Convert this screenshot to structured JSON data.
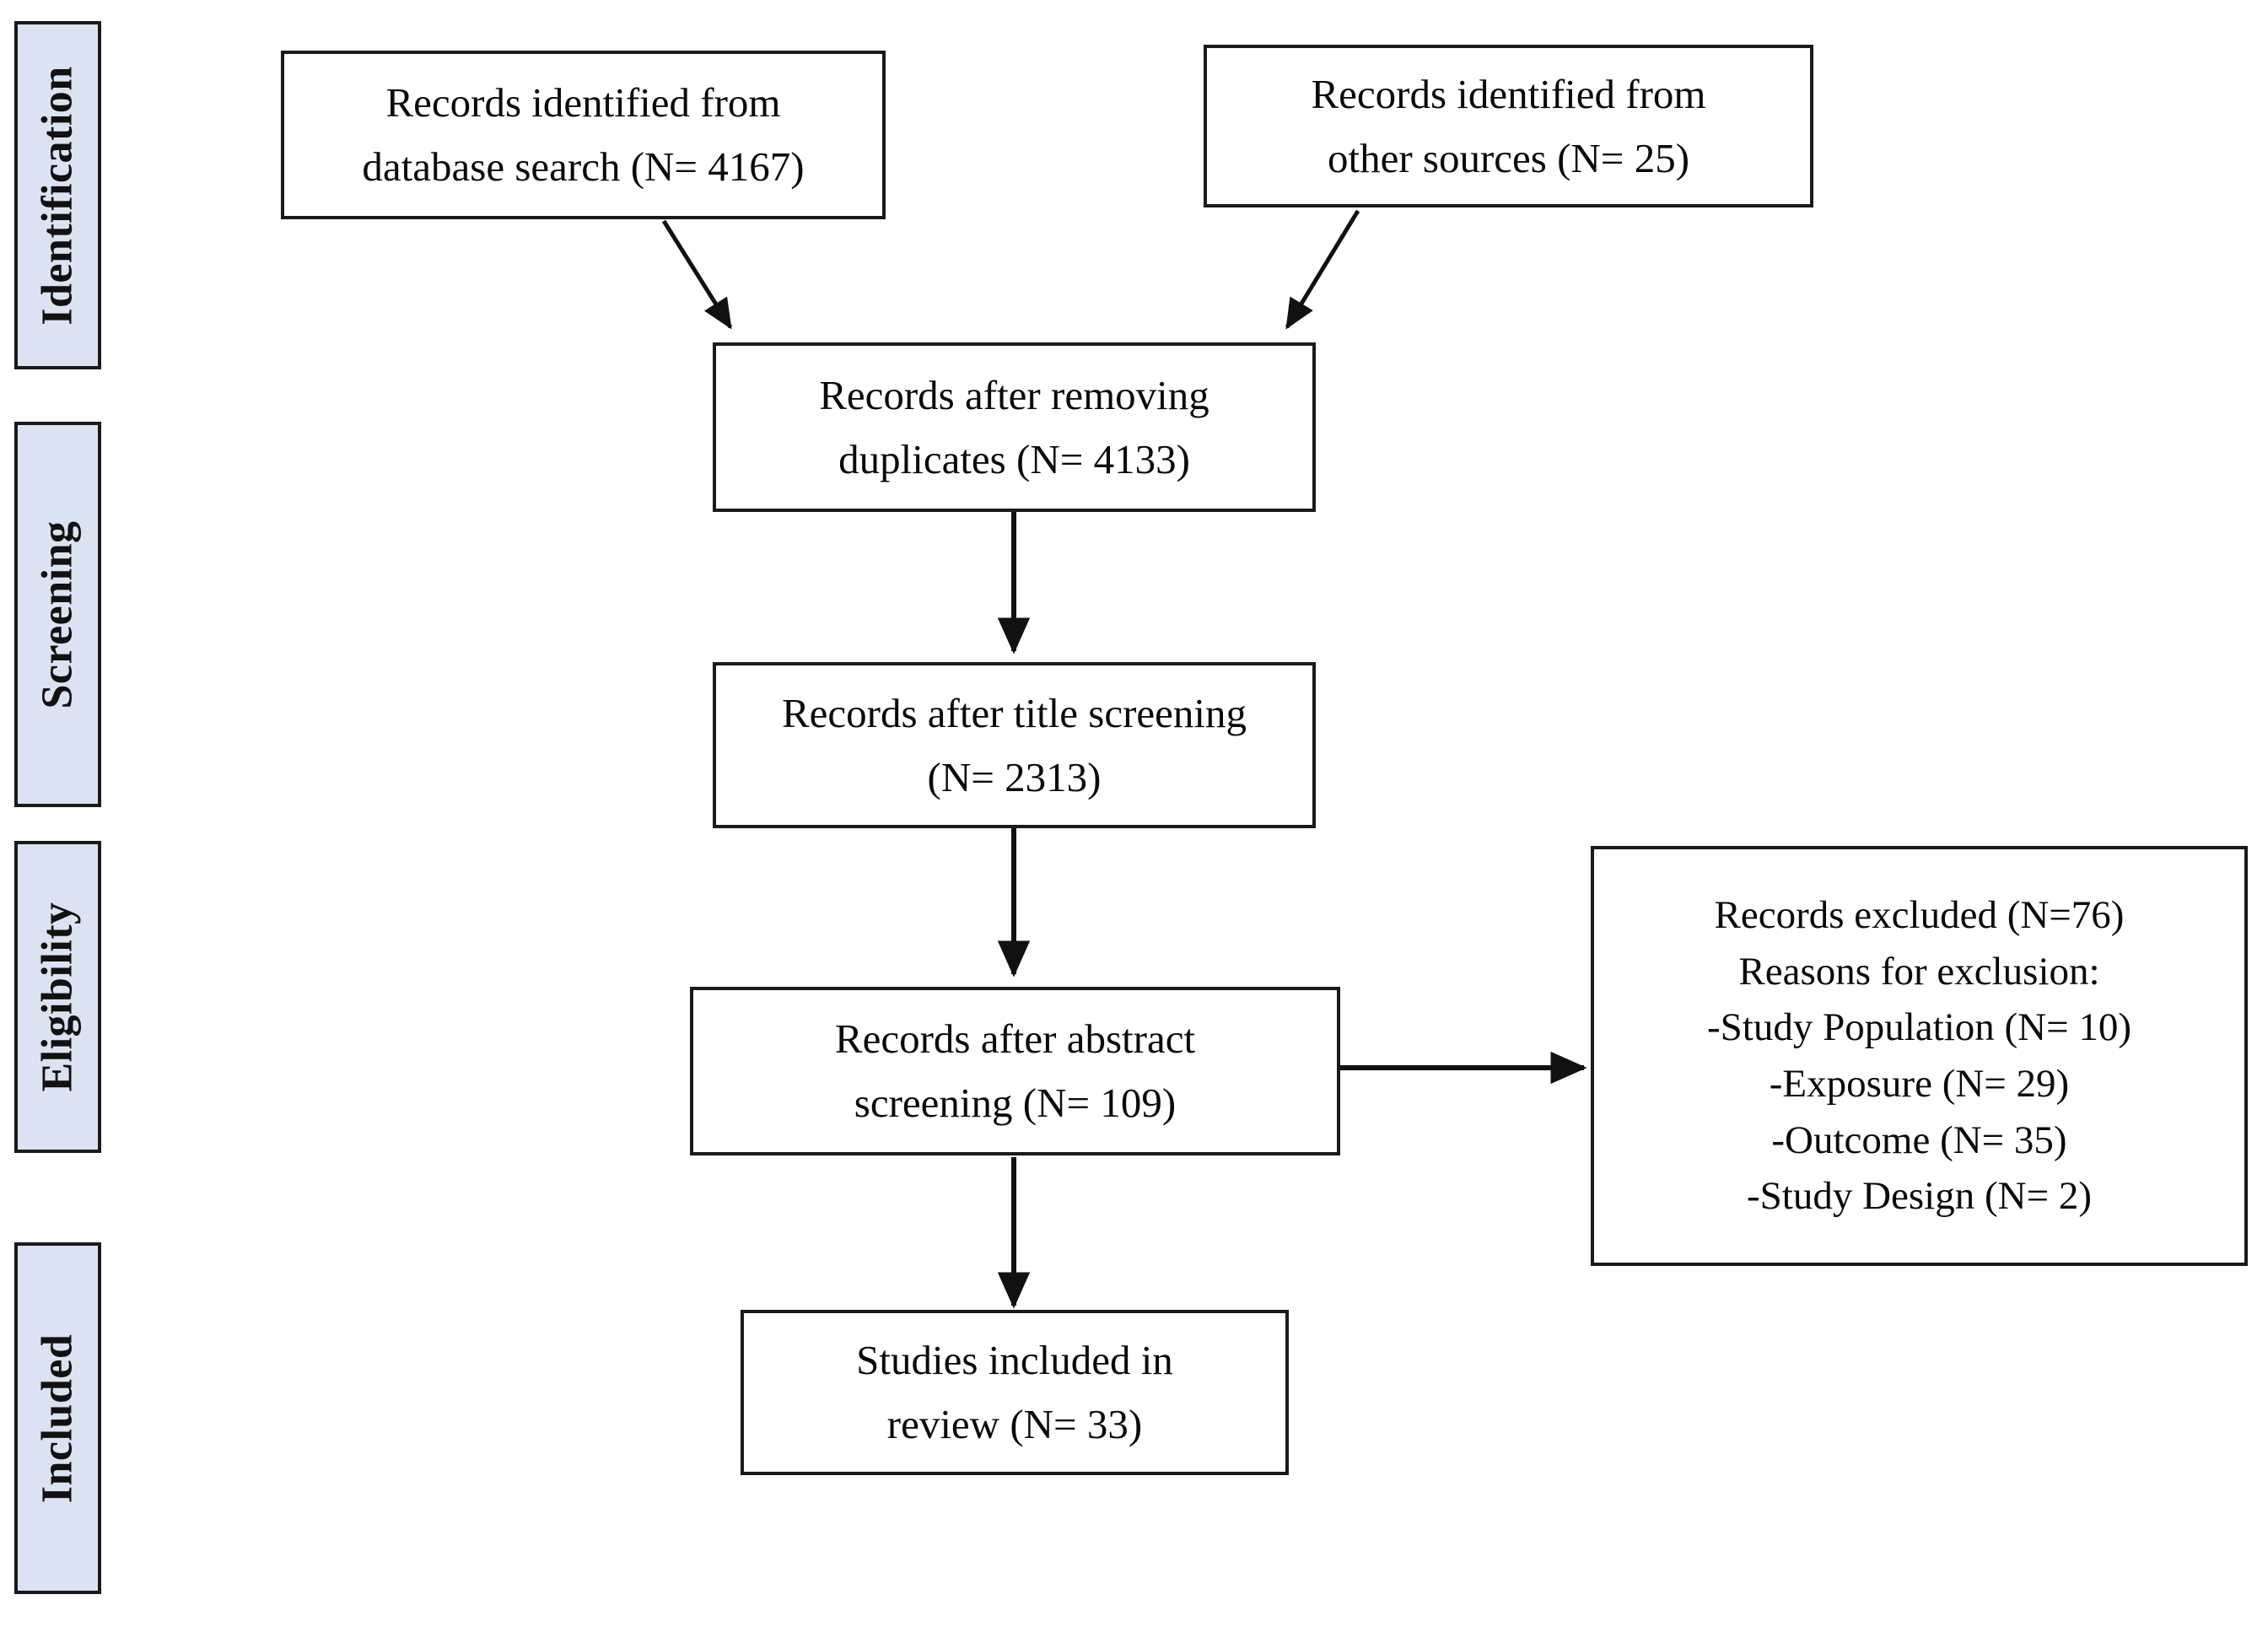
{
  "diagram": {
    "type": "prisma-flow-diagram",
    "title": "PRISMA study selection flow diagram",
    "stage_fill_color": "#dbe2f1",
    "stroke_color": "#1a1a1a",
    "background_color": "#ffffff"
  },
  "stages": [
    {
      "id": "identification",
      "label": "Identification"
    },
    {
      "id": "screening",
      "label": "Screening"
    },
    {
      "id": "eligibility",
      "label": "Eligibility"
    },
    {
      "id": "included",
      "label": "Included"
    }
  ],
  "boxes": {
    "database_search": {
      "id": "records-identified-database",
      "lines": [
        "Records identified from",
        "database search (N= 4167)"
      ],
      "count": 4167
    },
    "other_sources": {
      "id": "records-identified-other",
      "lines": [
        "Records identified from",
        "other sources (N= 25)"
      ],
      "count": 25
    },
    "duplicates_removed": {
      "id": "records-after-duplicates",
      "lines": [
        "Records after removing",
        "duplicates (N= 4133)"
      ],
      "count": 4133
    },
    "title_screening": {
      "id": "records-after-title-screening",
      "lines": [
        "Records after title screening",
        "(N= 2313)"
      ],
      "count": 2313
    },
    "abstract_screening": {
      "id": "records-after-abstract-screening",
      "lines": [
        "Records after abstract",
        "screening (N= 109)"
      ],
      "count": 109
    },
    "excluded": {
      "id": "records-excluded",
      "lines": [
        "Records excluded (N=76)",
        "Reasons for exclusion:",
        "-Study Population (N= 10)",
        "-Exposure (N= 29)",
        "-Outcome (N= 35)",
        "-Study Design (N= 2)"
      ],
      "count": 76,
      "reasons": [
        {
          "label": "Study Population",
          "count": 10
        },
        {
          "label": "Exposure",
          "count": 29
        },
        {
          "label": "Outcome",
          "count": 35
        },
        {
          "label": "Study Design",
          "count": 2
        }
      ]
    },
    "included_studies": {
      "id": "studies-included-in-review",
      "lines": [
        "Studies included in",
        "review (N= 33)"
      ],
      "count": 33
    }
  },
  "connectors": [
    {
      "id": "database-to-duplicates",
      "from": "database_search",
      "to": "duplicates_removed",
      "kind": "diagonal-arrow"
    },
    {
      "id": "other-to-duplicates",
      "from": "other_sources",
      "to": "duplicates_removed",
      "kind": "diagonal-arrow"
    },
    {
      "id": "duplicates-to-title",
      "from": "duplicates_removed",
      "to": "title_screening",
      "kind": "vertical-arrow"
    },
    {
      "id": "title-to-abstract",
      "from": "title_screening",
      "to": "abstract_screening",
      "kind": "vertical-arrow"
    },
    {
      "id": "abstract-to-excluded",
      "from": "abstract_screening",
      "to": "excluded",
      "kind": "horizontal-arrow"
    },
    {
      "id": "abstract-to-included",
      "from": "abstract_screening",
      "to": "included_studies",
      "kind": "vertical-arrow"
    }
  ]
}
